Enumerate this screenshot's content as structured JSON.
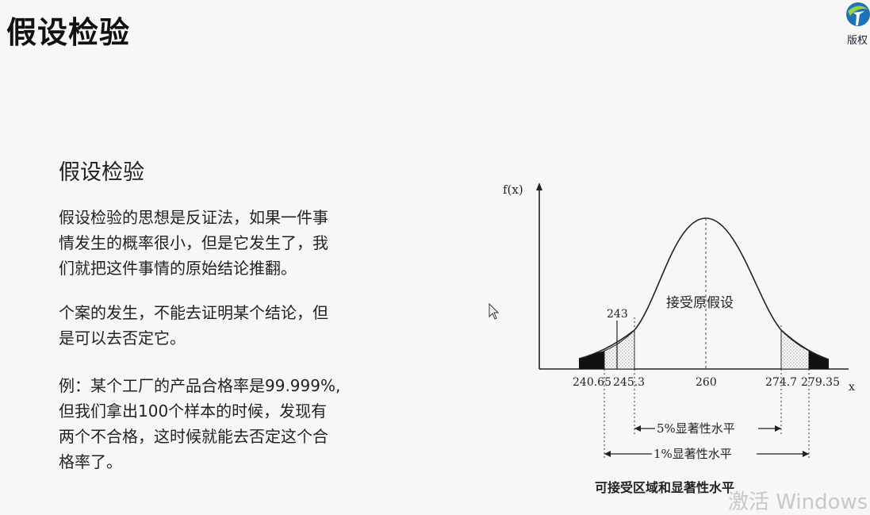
{
  "header": {
    "title": "假设检验",
    "logo_text": "版权"
  },
  "content": {
    "subtitle": "假设检验",
    "paragraph1": [
      "假设检验的思想是反证法，如果一件事",
      "情发生的概率很小，但是它发生了，我",
      "们就把这件事情的原始结论推翻。"
    ],
    "paragraph2": [
      "个案的发生，不能去证明某个结论，但",
      "是可以去否定它。"
    ],
    "paragraph3": [
      "例：某个工厂的产品合格率是99.999%,",
      "但我们拿出100个样本的时候，发现有",
      "两个不合格，这时候就能去否定这个合",
      "格率了。"
    ]
  },
  "diagram": {
    "y_axis_label": "f(x)",
    "x_axis_label": "x",
    "center_label": "接受原假设",
    "marker_243": "243",
    "tick_labels": [
      "240.65",
      "245.3",
      "260",
      "274.7",
      "279.35"
    ],
    "range_5pct": "5%显著性水平",
    "range_1pct": "1%显著性水平",
    "caption": "可接受区域和显著性水平"
  },
  "overlay": {
    "watermark": "激活 Windows"
  }
}
